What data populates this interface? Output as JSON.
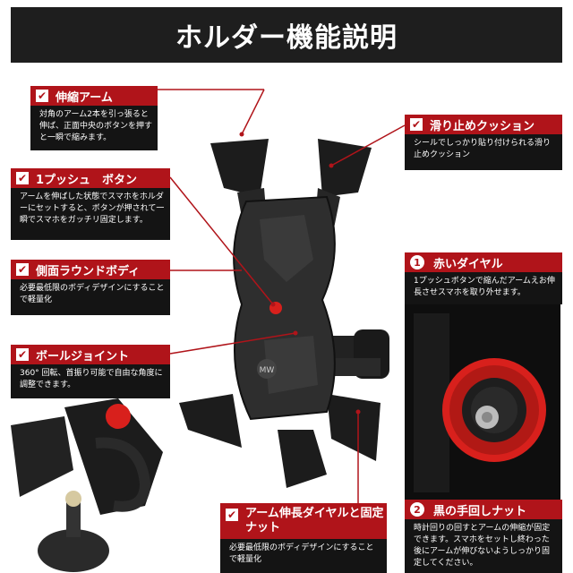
{
  "title": "ホルダー機能説明",
  "callouts": {
    "arm": {
      "heading": "伸縮アーム",
      "description": "対角のアーム2本を引っ張ると伸ば、正面中央のボタンを押すと一瞬で縮みます。"
    },
    "grip": {
      "heading": "滑り止めクッション",
      "description": "シールでしっかり貼り付けられる滑り止めクッション"
    },
    "button": {
      "heading": "1プッシュ　ボタン",
      "description": "アームを伸ばした状態でスマホをホルダーにセットすると、ボタンが押されて一瞬でスマホをガッチリ固定します。"
    },
    "body": {
      "heading": "側面ラウンドボディ",
      "description": "必要最低限のボディデザインにすることで軽量化"
    },
    "ball": {
      "heading": "ボールジョイント",
      "description": "360° 回転、首振り可能で自由な角度に調整できます。"
    },
    "red_dial": {
      "number": "1",
      "heading": "赤いダイヤル",
      "description": "1プッシュボタンで縮んだアームえお伸長させスマホを取り外せます。"
    },
    "black_nut": {
      "number": "2",
      "heading": "黒の手回しナット",
      "description": "時計回りの回すとアームの伸縮が固定できます。スマホをセットし終わった後にアームが伸びないようしっかり固定してください。"
    },
    "arm_dial": {
      "heading": "アーム伸長ダイヤルと固定ナット",
      "description": "必要最低限のボディデザインにすることで軽量化"
    }
  },
  "colors": {
    "accent_red": "#b0141a",
    "panel_black": "#141414",
    "title_bg": "#1e1e1e",
    "dial_red": "#d8201c"
  },
  "icons": {
    "check": "✔",
    "holder_logo": "MW"
  }
}
